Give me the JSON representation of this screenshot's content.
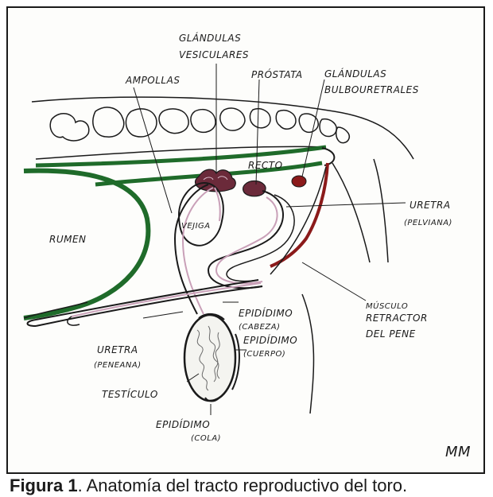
{
  "labels": {
    "glandulas_vesiculares_1": "GLÁNDULAS",
    "glandulas_vesiculares_2": "VESICULARES",
    "ampollas": "AMPOLLAS",
    "prostata": "PRÓSTATA",
    "glandulas_bulbouretrales_1": "GLÁNDULAS",
    "glandulas_bulbouretrales_2": "BULBOURETRALES",
    "recto": "RECTO",
    "uretra_pelviana_1": "URETRA",
    "uretra_pelviana_2": "(PELVIANA)",
    "rumen": "RUMEN",
    "vejiga": "VEJIGA",
    "epididimo_cabeza_1": "EPIDÍDIMO",
    "epididimo_cabeza_2": "(CABEZA)",
    "musculo_1": "MÚSCULO",
    "musculo_2": "RETRACTOR",
    "musculo_3": "DEL PENE",
    "uretra_peneana_1": "URETRA",
    "uretra_peneana_2": "(PENEANA)",
    "epididimo_cuerpo_1": "EPIDÍDIMO",
    "epididimo_cuerpo_2": "(CUERPO)",
    "testiculo": "TESTÍCULO",
    "epididimo_cola_1": "EPIDÍDIMO",
    "epididimo_cola_2": "(COLA)",
    "signature": "MM"
  },
  "caption": {
    "prefix": "Figura 1",
    "text": ". Anatomía del tracto reproductivo del toro."
  },
  "colors": {
    "outline": "#1a1a1a",
    "rumen_green": "#1f6b2a",
    "retractor_red": "#8b1a1a",
    "urethra_pink": "#c9a0b8",
    "gland_maroon": "#6b2a3a"
  }
}
